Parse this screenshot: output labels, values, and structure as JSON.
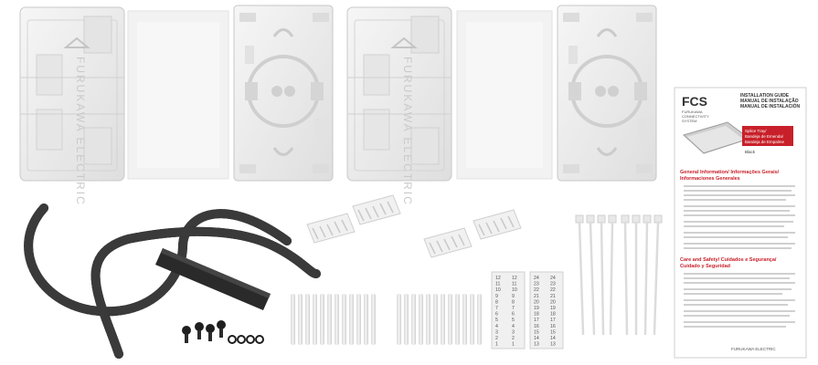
{
  "cover": {
    "brand_text": "FURUKAWA ELECTRIC"
  },
  "guide": {
    "logo": "FCS",
    "logo_sub_1": "FURUKAWA",
    "logo_sub_2": "CONNECTIVITY",
    "logo_sub_3": "SYSTEM",
    "title_1": "INSTALLATION GUIDE",
    "title_2": "MANUAL DE INSTALAÇÃO",
    "title_3": "MANUAL DE INSTALACIÓN",
    "product_1": "Splice Tray/",
    "product_2": "Bandeja de Emenda/",
    "product_3": "Bandeja de Empalme",
    "product_color": "Black",
    "section_1a": "General Information/ Informações Gerais/",
    "section_1b": "Informaciones Generales",
    "section_2a": "Care and Safety/ Cuidados e Segurança/",
    "section_2b": "Cuidado y Seguridad",
    "footer_logo": "FURUKAWA ELECTRIC"
  },
  "labels": {
    "left_numbers": [
      "12",
      "11",
      "10",
      "9",
      "8",
      "7",
      "6",
      "5",
      "4",
      "3",
      "2",
      "1"
    ],
    "right_numbers": [
      "24",
      "23",
      "22",
      "21",
      "20",
      "19",
      "18",
      "17",
      "16",
      "15",
      "14",
      "13"
    ]
  },
  "colors": {
    "tray_white": "#eeeeee",
    "tube_black": "#1a1a1a",
    "accent_red": "#c8202a"
  }
}
